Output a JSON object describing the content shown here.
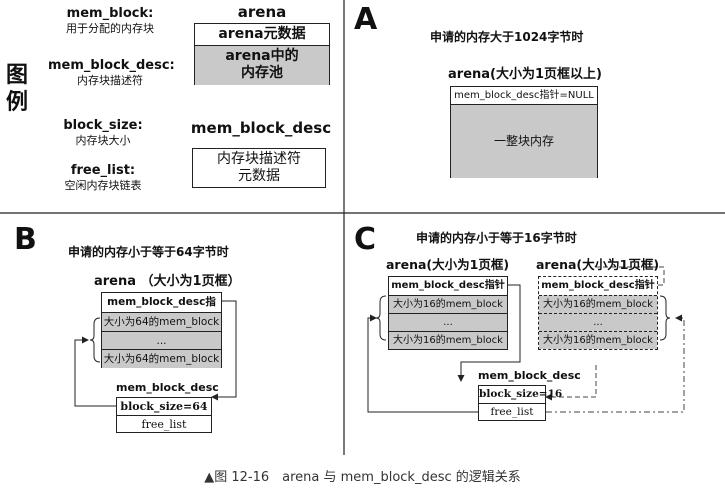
{
  "legend": {
    "title": "图例",
    "items": [
      {
        "term": "mem_block:",
        "desc": "用于分配的内存块"
      },
      {
        "term": "mem_block_desc:",
        "desc": "内存块描述符"
      },
      {
        "term": "block_size:",
        "desc": "内存块大小"
      },
      {
        "term": "free_list:",
        "desc": "空闲内存块链表"
      }
    ],
    "arena": {
      "title": "arena",
      "meta": "arena元数据",
      "pool": "arena中的\n内存池"
    },
    "desc": {
      "title": "mem_block_desc",
      "body": "内存块描述符\n元数据"
    }
  },
  "panel_a": {
    "letter": "A",
    "heading": "申请的内存大于1024字节时",
    "arena_title": "arena(大小为1页框以上)",
    "header": "mem_block_desc指针=NULL",
    "body": "一整块内存"
  },
  "panel_b": {
    "letter": "B",
    "heading": "申请的内存小于等于64字节时",
    "arena_title": "arena （大小为1页框）",
    "rows": [
      "mem_block_desc指针",
      "大小为64的mem_block",
      "...",
      "大小为64的mem_block"
    ],
    "desc_title": "mem_block_desc",
    "block_size": "block_size=64",
    "free_list": "free_list"
  },
  "panel_c": {
    "letter": "C",
    "heading": "申请的内存小于等于16字节时",
    "arena1_title": "arena(大小为1页框)",
    "arena2_title": "arena(大小为1页框)",
    "rows": [
      "mem_block_desc指针",
      "大小为16的mem_block",
      "...",
      "大小为16的mem_block"
    ],
    "desc_title": "mem_block_desc",
    "block_size": "block_size=16",
    "free_list": "free_list"
  },
  "caption": "▲图 12-16　arena 与 mem_block_desc 的逻辑关系"
}
